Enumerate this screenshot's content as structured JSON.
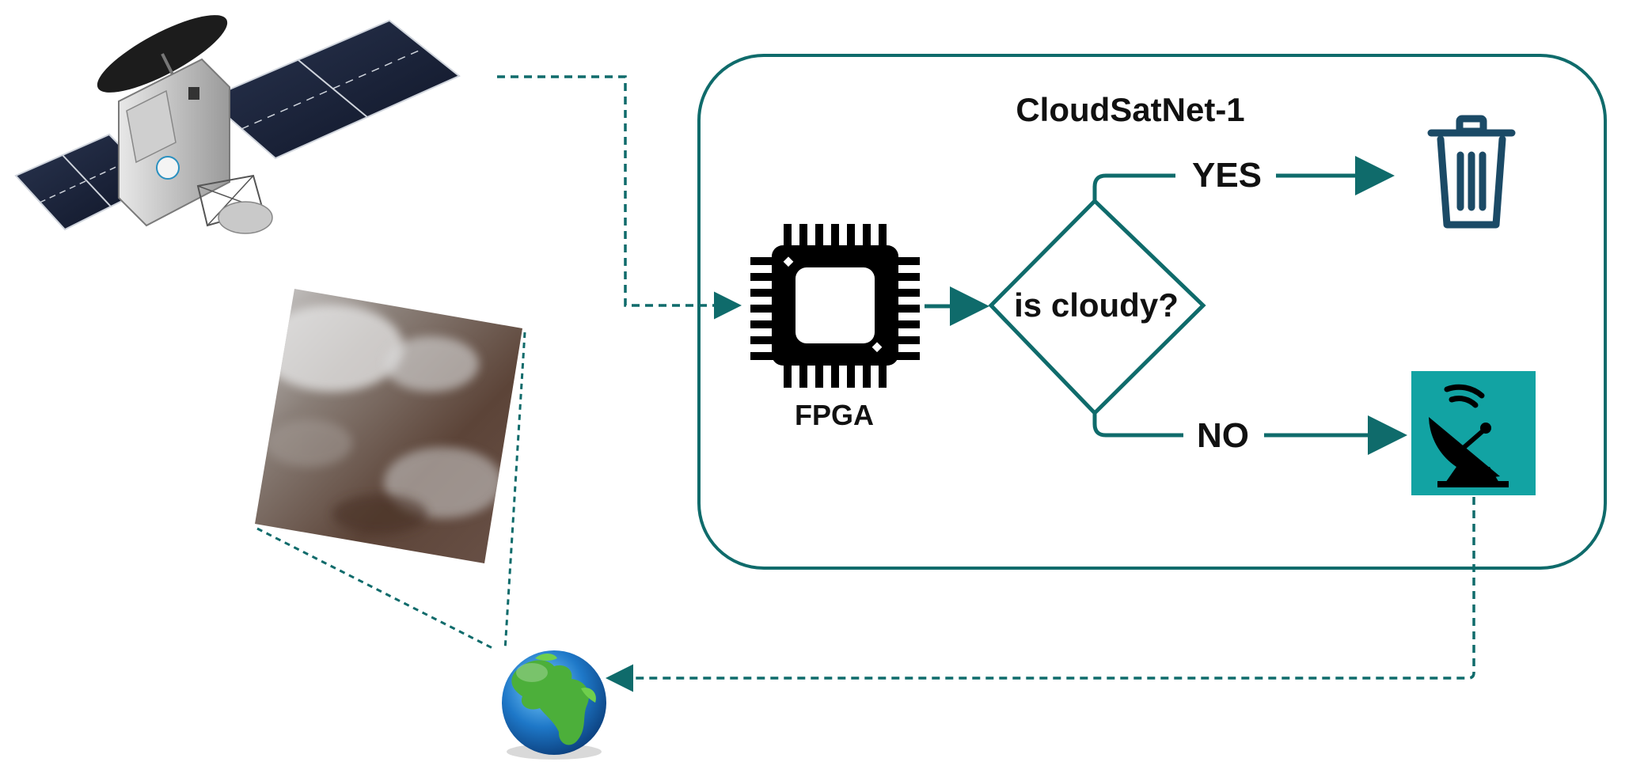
{
  "diagram": {
    "title": "CloudSatNet-1",
    "processor_label": "FPGA",
    "decision_label": "is cloudy?",
    "yes_label": "YES",
    "no_label": "NO",
    "nodes": {
      "satellite": "satellite-icon",
      "captured_image": "satellite-image-tile",
      "processor": "chip-icon",
      "decision": "diamond-decision",
      "discard": "trash-icon",
      "downlink": "satellite-dish-icon",
      "earth": "globe-icon"
    },
    "edges": [
      {
        "from": "satellite",
        "to": "processor",
        "style": "dashed"
      },
      {
        "from": "processor",
        "to": "decision",
        "style": "solid"
      },
      {
        "from": "decision",
        "to": "discard",
        "style": "solid",
        "label": "YES"
      },
      {
        "from": "decision",
        "to": "downlink",
        "style": "solid",
        "label": "NO"
      },
      {
        "from": "downlink",
        "to": "earth",
        "style": "dashed"
      }
    ],
    "colors": {
      "teal": "#0f6b6b",
      "dish_bg": "#12a3a3",
      "trash": "#1b4a66",
      "text": "#111111"
    }
  }
}
